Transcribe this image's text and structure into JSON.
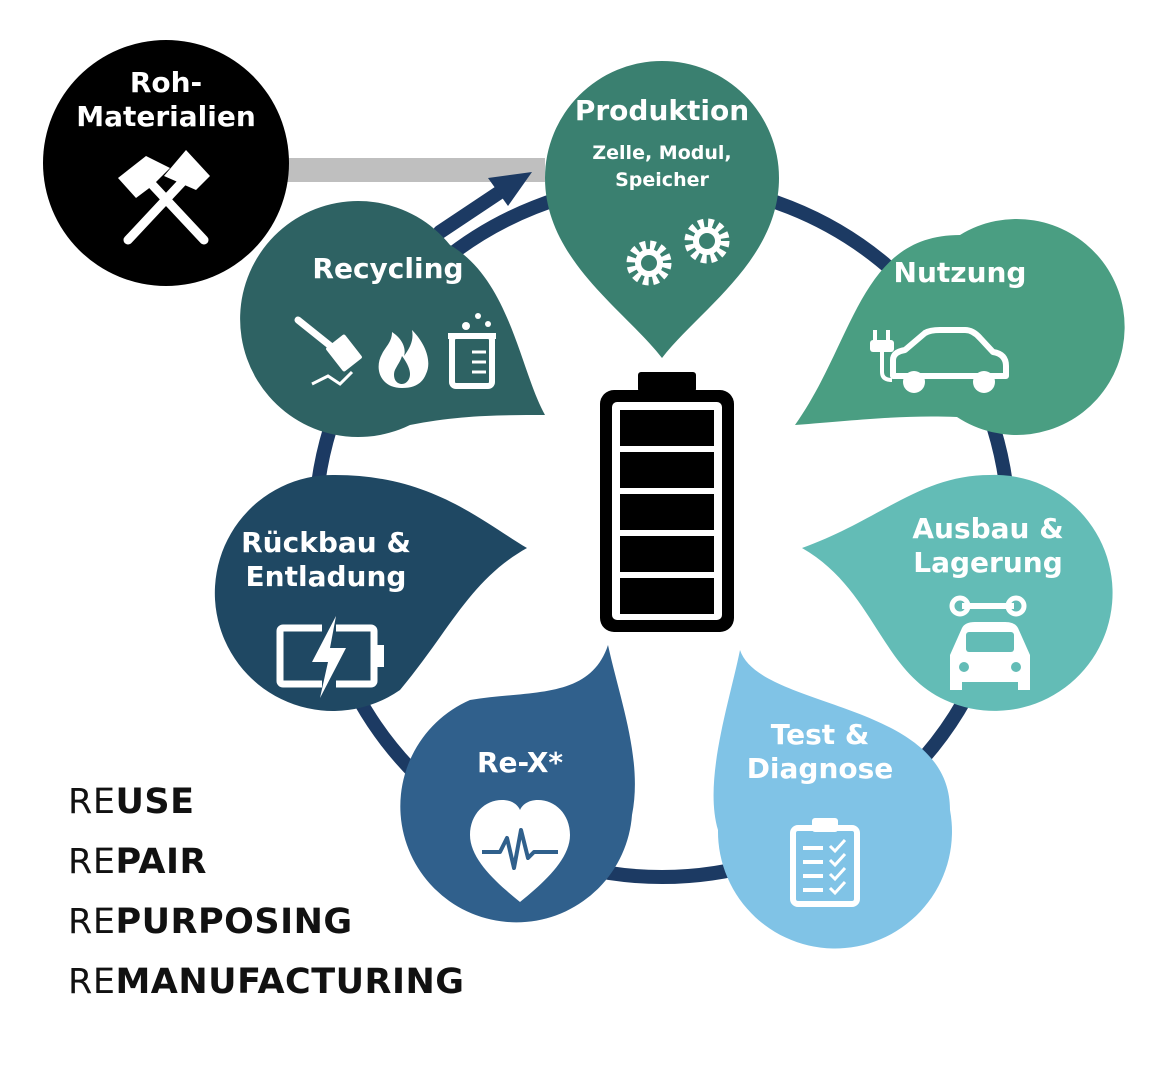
{
  "colors": {
    "ring": "#1c3a63",
    "raw_materials": "#000000",
    "production": "#3a8070",
    "usage": "#4a9e82",
    "removal_storage": "#63bcb6",
    "test_diagnosis": "#80c3e6",
    "rex": "#30608c",
    "disassembly": "#1f4863",
    "recycling": "#2e6263",
    "feed_bar": "#bfbfbf"
  },
  "nodes": {
    "raw_materials": {
      "title_line1": "Roh-",
      "title_line2": "Materialien",
      "icon": "hammer-crossed-icon"
    },
    "production": {
      "title": "Produktion",
      "subtitle_line1": "Zelle, Modul,",
      "subtitle_line2": "Speicher",
      "icon": "gears-icon"
    },
    "usage": {
      "title": "Nutzung",
      "icon": "electric-car-icon"
    },
    "removal_storage": {
      "title_line1": "Ausbau &",
      "title_line2": "Lagerung",
      "icon": "car-wrench-icon"
    },
    "test_diagnosis": {
      "title_line1": "Test &",
      "title_line2": "Diagnose",
      "icon": "clipboard-checklist-icon"
    },
    "rex": {
      "title": "Re-X*",
      "icon": "heartbeat-icon"
    },
    "disassembly": {
      "title_line1": "Rückbau &",
      "title_line2": "Entladung",
      "icon": "battery-charging-icon"
    },
    "recycling": {
      "title": "Recycling",
      "icon": "recycling-methods-icon"
    }
  },
  "center": {
    "icon": "battery-full-icon"
  },
  "legend": [
    {
      "prefix": "RE",
      "word": "USE"
    },
    {
      "prefix": "RE",
      "word": "PAIR"
    },
    {
      "prefix": "RE",
      "word": "PURPOSING"
    },
    {
      "prefix": "RE",
      "word": "MANUFACTURING"
    }
  ]
}
